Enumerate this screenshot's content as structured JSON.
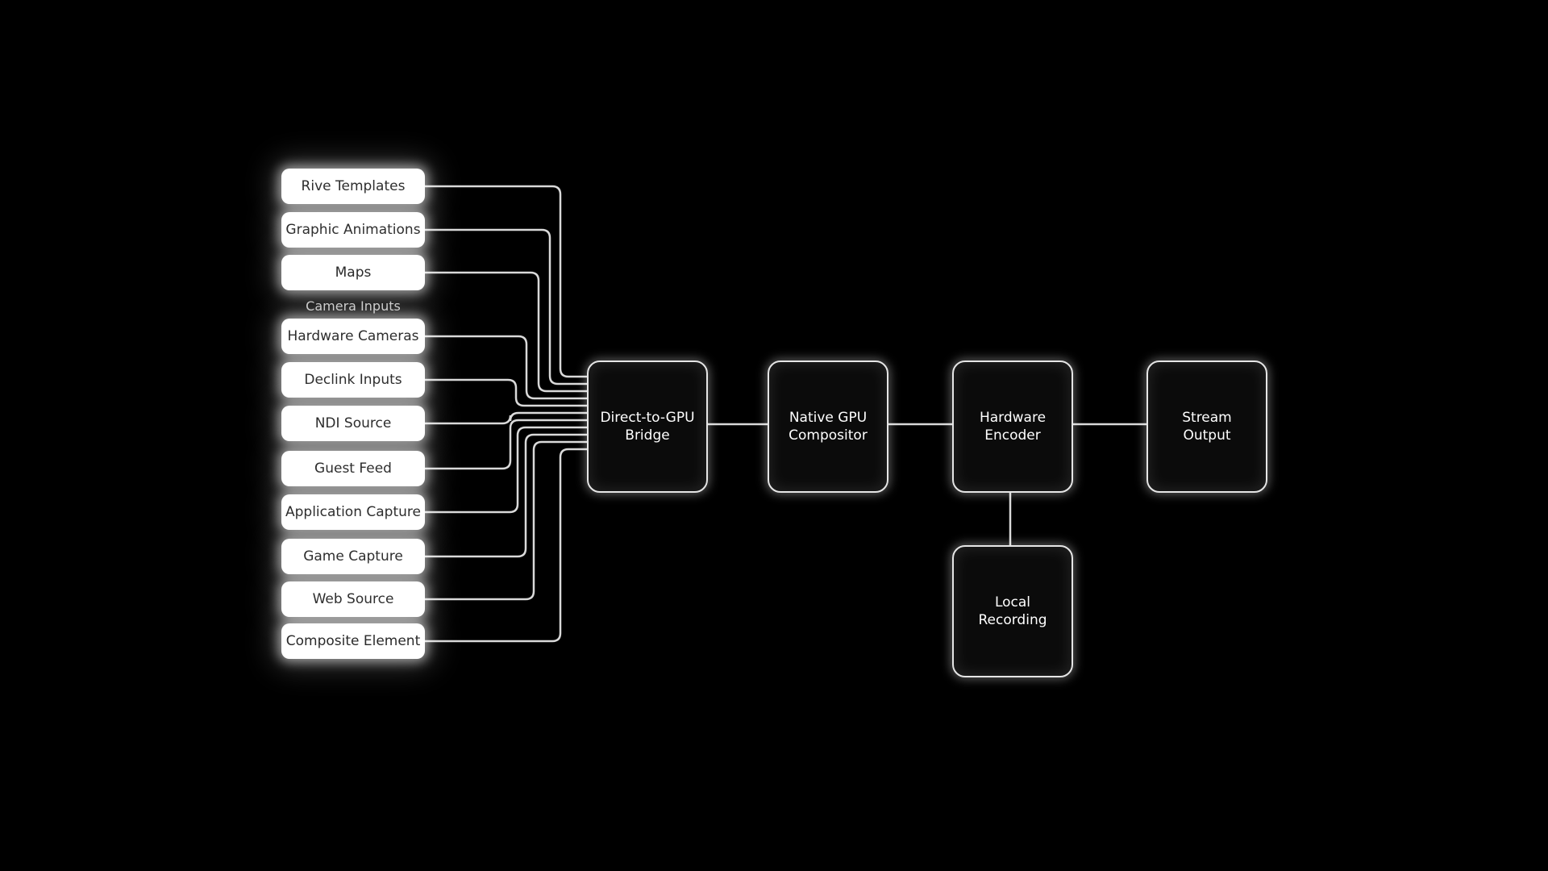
{
  "sources": [
    {
      "id": "rive-templates",
      "label": "Rive Templates"
    },
    {
      "id": "graphic-animations",
      "label": "Graphic Animations"
    },
    {
      "id": "maps",
      "label": "Maps"
    },
    {
      "id": "hardware-cameras",
      "label": "Hardware Cameras"
    },
    {
      "id": "declink-inputs",
      "label": "Declink Inputs"
    },
    {
      "id": "ndi-source",
      "label": "NDI Source"
    },
    {
      "id": "guest-feed",
      "label": "Guest Feed"
    },
    {
      "id": "application-capture",
      "label": "Application Capture"
    },
    {
      "id": "game-capture",
      "label": "Game Capture"
    },
    {
      "id": "web-source",
      "label": "Web Source"
    },
    {
      "id": "composite-element",
      "label": "Composite Element"
    }
  ],
  "group_label": "Camera Inputs",
  "nodes": {
    "bridge": {
      "label": "Direct-to-GPU\nBridge"
    },
    "compositor": {
      "label": "Native GPU\nCompositor"
    },
    "encoder": {
      "label": "Hardware\nEncoder"
    },
    "stream": {
      "label": "Stream\nOutput"
    },
    "recording": {
      "label": "Local\nRecording"
    }
  },
  "colors": {
    "background": "#000000",
    "source_fill": "#ffffff",
    "source_text": "#2a2a2a",
    "node_border": "#e6e6e6",
    "node_text": "#ffffff",
    "wire": "#d9d9d9"
  }
}
